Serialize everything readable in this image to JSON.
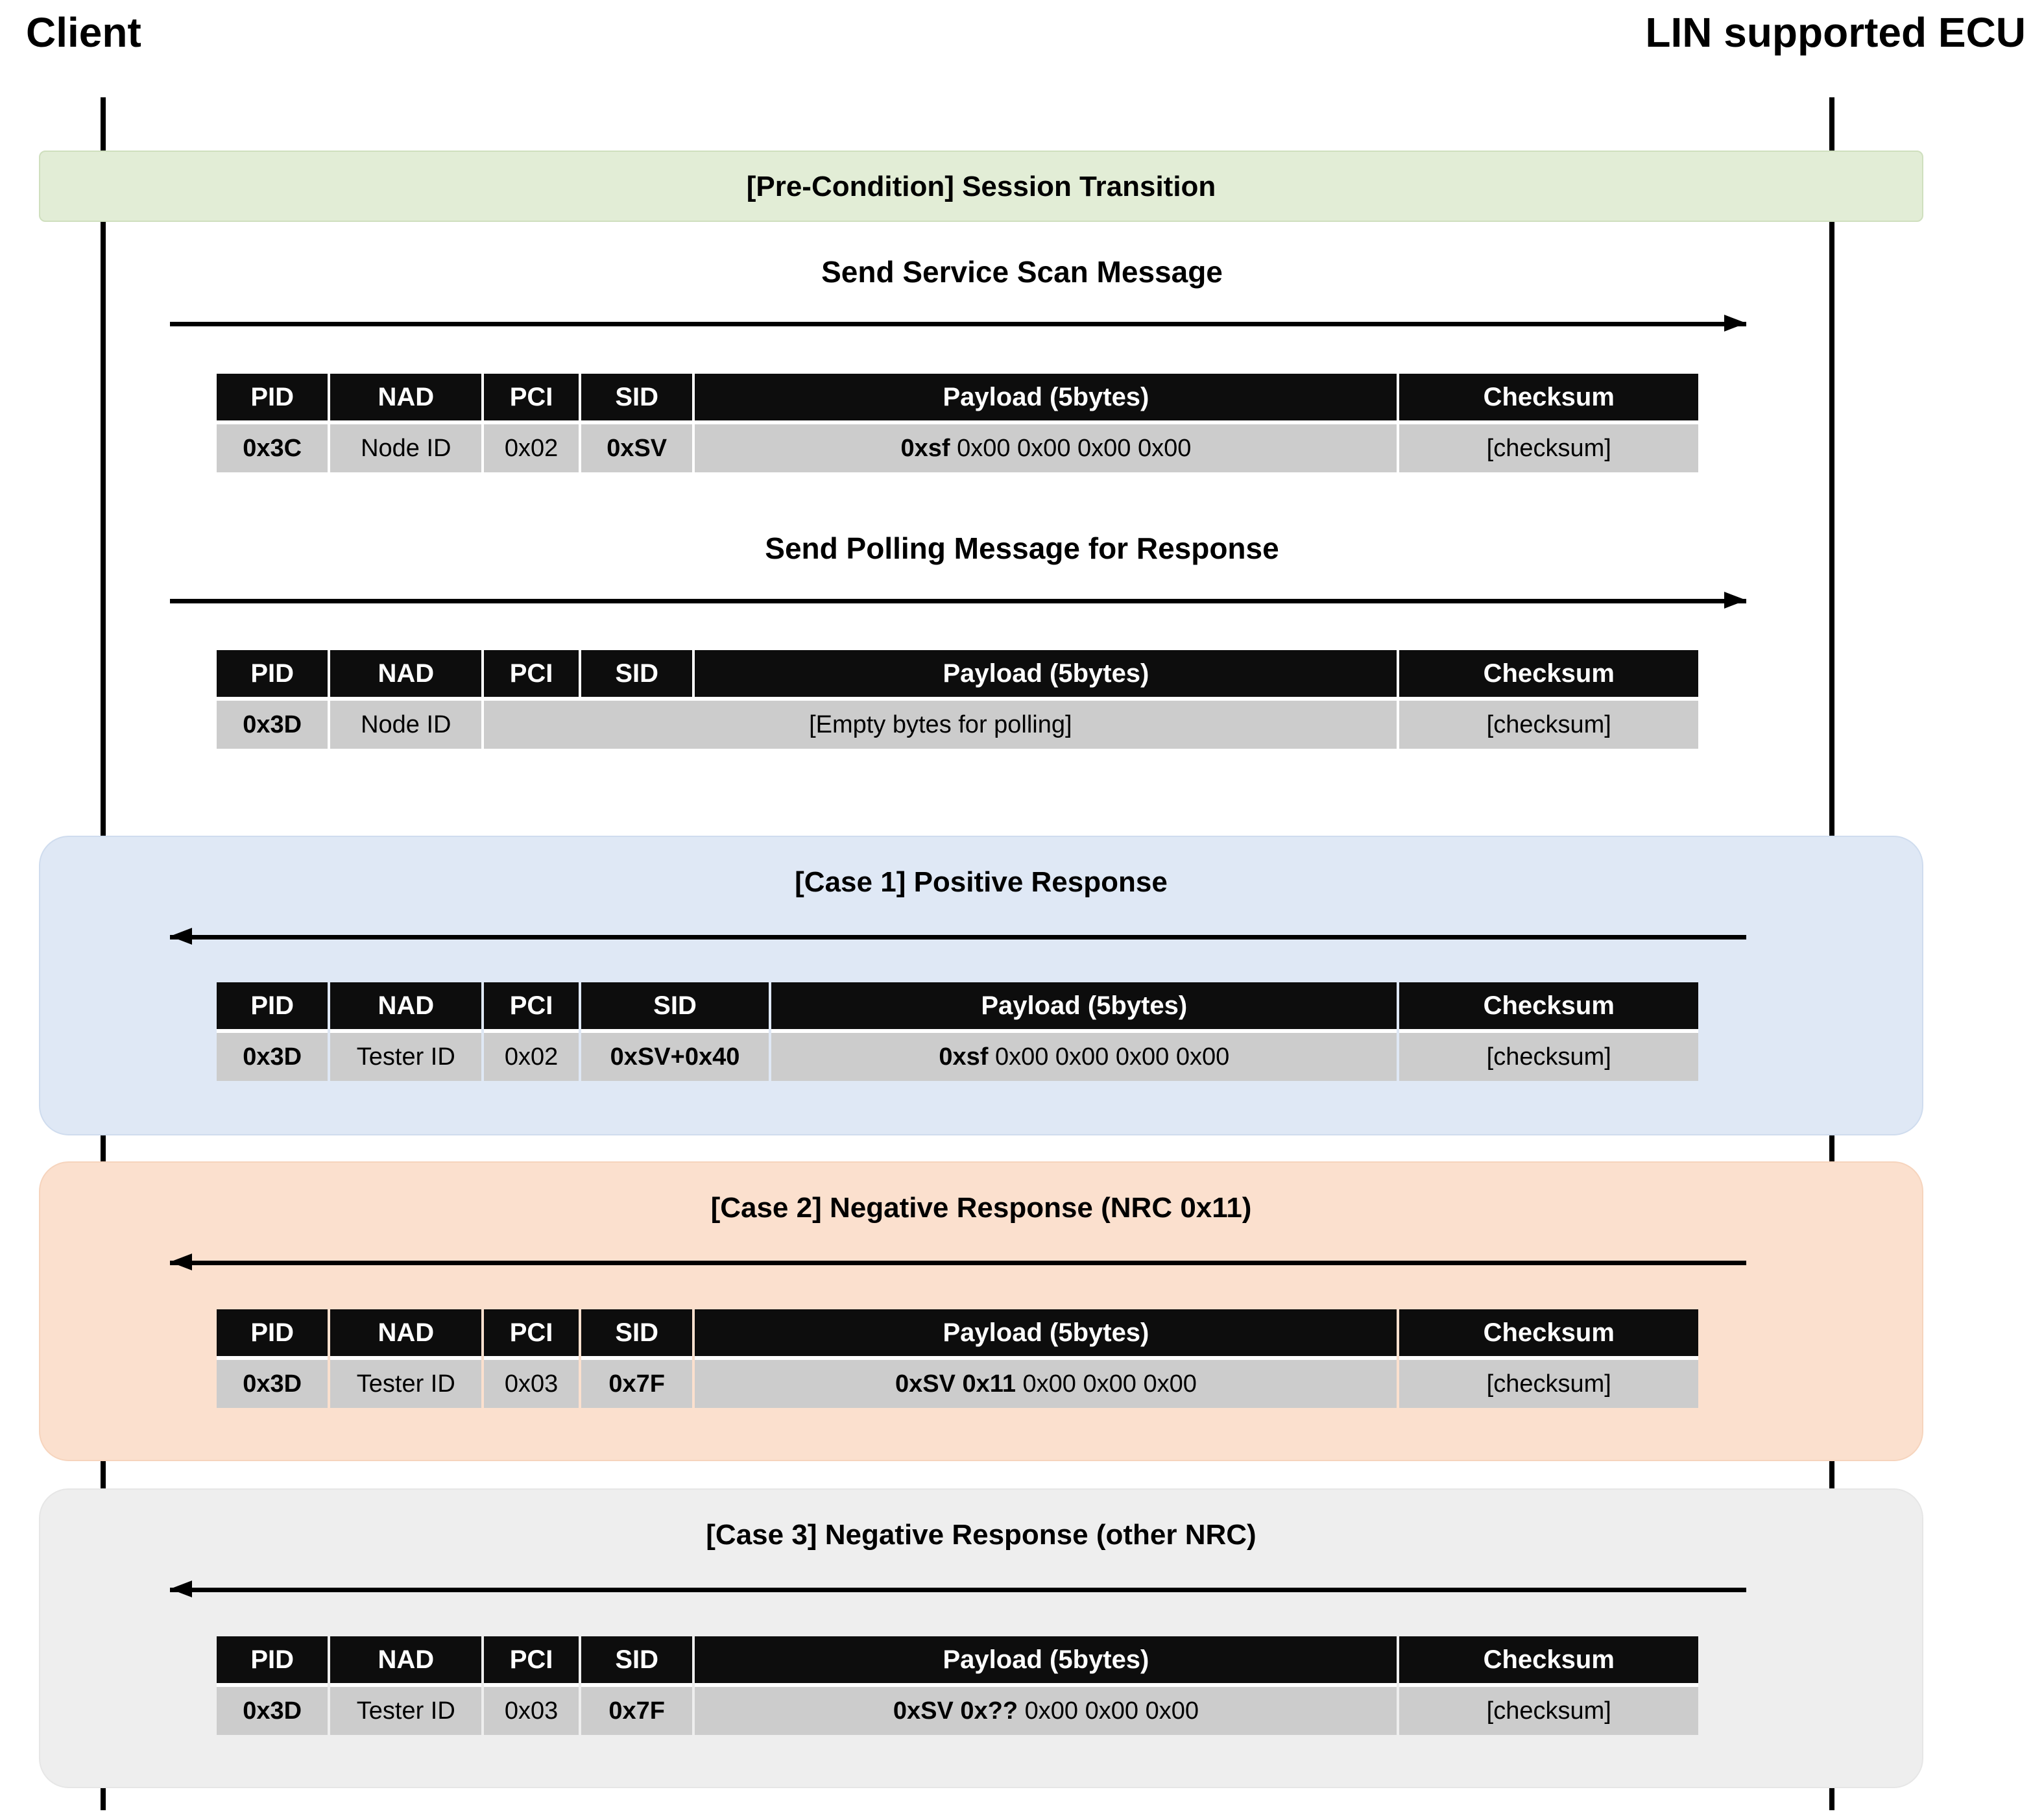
{
  "actors": {
    "left": "Client",
    "right": "LIN supported ECU"
  },
  "colors": {
    "precondition_band": "#E2EDD6",
    "case1_band": "#DFE8F5",
    "case2_band": "#FBE0CE",
    "case3_band": "#EEEEEE",
    "header_row": "#0D0D0D",
    "value_row": "#CCCCCC",
    "lifeline": "#000000"
  },
  "columns": [
    "PID",
    "NAD",
    "PCI",
    "SID",
    "Payload (5bytes)",
    "Checksum"
  ],
  "sections": [
    {
      "id": "pre-condition",
      "kind": "band",
      "band_color": "green",
      "title": "[Pre-Condition] Session Transition",
      "arrow": null,
      "frame": null
    },
    {
      "id": "service-scan",
      "kind": "plain",
      "band_color": null,
      "title": "Send Service Scan Message",
      "arrow": {
        "direction": "right",
        "label": "request-arrow"
      },
      "frame": {
        "headers": [
          "PID",
          "NAD",
          "PCI",
          "SID",
          "Payload (5bytes)",
          "Checksum"
        ],
        "values": [
          "0x3C",
          "Node ID",
          "0x02",
          "0xSV",
          "0xsf 0x00 0x00 0x00 0x00",
          "[checksum]"
        ],
        "payload_bold_prefix": "0xsf",
        "payload_rest": "0x00 0x00 0x00 0x00",
        "bold_cells": [
          0,
          3
        ]
      }
    },
    {
      "id": "polling",
      "kind": "plain",
      "band_color": null,
      "title": "Send Polling Message for Response",
      "arrow": {
        "direction": "right",
        "label": "polling-arrow"
      },
      "frame": {
        "headers": [
          "PID",
          "NAD",
          "PCI",
          "SID",
          "Payload (5bytes)",
          "Checksum"
        ],
        "values": [
          "0x3D",
          "Node ID",
          "[Empty bytes for polling]",
          "[checksum]"
        ],
        "merged": true,
        "merged_text": "[Empty bytes for polling]",
        "bold_cells": [
          0
        ]
      }
    },
    {
      "id": "case-1",
      "kind": "band",
      "band_color": "blue",
      "title": "[Case 1] Positive Response",
      "arrow": {
        "direction": "left",
        "label": "response-arrow"
      },
      "frame": {
        "headers": [
          "PID",
          "NAD",
          "PCI",
          "SID",
          "Payload (5bytes)",
          "Checksum"
        ],
        "values": [
          "0x3D",
          "Tester ID",
          "0x02",
          "0xSV+0x40",
          "0xsf 0x00 0x00 0x00 0x00",
          "[checksum]"
        ],
        "payload_bold_prefix": "0xsf",
        "payload_rest": "0x00 0x00 0x00 0x00",
        "bold_cells": [
          0,
          3
        ]
      }
    },
    {
      "id": "case-2",
      "kind": "band",
      "band_color": "orange",
      "title": "[Case 2] Negative Response (NRC 0x11)",
      "arrow": {
        "direction": "left",
        "label": "response-arrow"
      },
      "frame": {
        "headers": [
          "PID",
          "NAD",
          "PCI",
          "SID",
          "Payload (5bytes)",
          "Checksum"
        ],
        "values": [
          "0x3D",
          "Tester ID",
          "0x03",
          "0x7F",
          "0xSV 0x11 0x00 0x00 0x00",
          "[checksum]"
        ],
        "payload_bold_prefix": "0xSV 0x11",
        "payload_rest": "0x00 0x00 0x00",
        "bold_cells": [
          0,
          3
        ]
      }
    },
    {
      "id": "case-3",
      "kind": "band",
      "band_color": "gray",
      "title": "[Case 3] Negative Response (other NRC)",
      "arrow": {
        "direction": "left",
        "label": "response-arrow"
      },
      "frame": {
        "headers": [
          "PID",
          "NAD",
          "PCI",
          "SID",
          "Payload (5bytes)",
          "Checksum"
        ],
        "values": [
          "0x3D",
          "Tester ID",
          "0x03",
          "0x7F",
          "0xSV 0x?? 0x00 0x00 0x00",
          "[checksum]"
        ],
        "payload_bold_prefix": "0xSV 0x??",
        "payload_rest": "0x00 0x00 0x00",
        "bold_cells": [
          0,
          3
        ]
      }
    }
  ]
}
